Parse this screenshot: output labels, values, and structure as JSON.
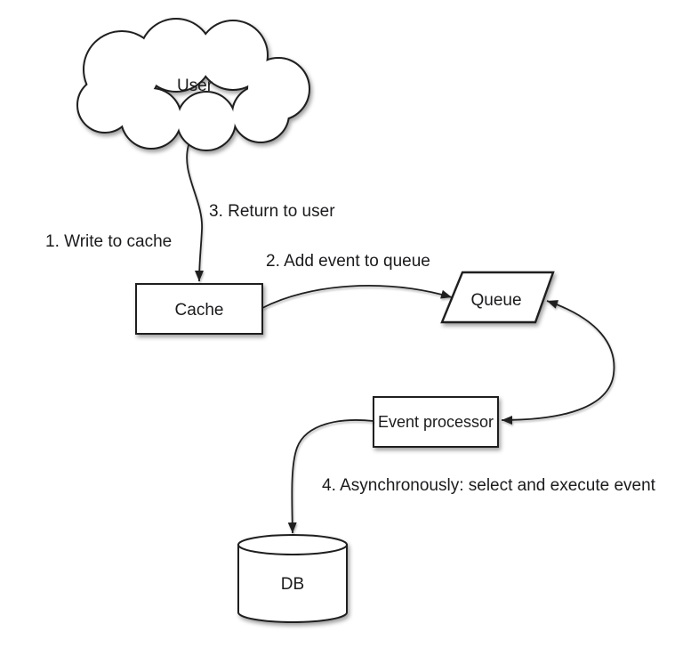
{
  "diagram_type": "flowchart",
  "colors": {
    "background": "#ffffff",
    "stroke": "#1f1f1f",
    "shape_fill": "#ffffff",
    "text": "#1b1b1e"
  },
  "nodes": [
    {
      "id": "user",
      "label": "User",
      "shape": "cloud"
    },
    {
      "id": "cache",
      "label": "Cache",
      "shape": "rectangle"
    },
    {
      "id": "queue",
      "label": "Queue",
      "shape": "parallelogram"
    },
    {
      "id": "event-processor",
      "label": "Event processor",
      "shape": "rectangle"
    },
    {
      "id": "db",
      "label": "DB",
      "shape": "cylinder"
    }
  ],
  "edges": [
    {
      "id": "user-to-cache",
      "from": "User",
      "to": "Cache",
      "direction": "one-way",
      "labels": [
        "1. Write to cache",
        "3. Return to user"
      ]
    },
    {
      "id": "cache-to-queue",
      "from": "Cache",
      "to": "Queue",
      "direction": "one-way",
      "labels": [
        "2. Add event to queue"
      ]
    },
    {
      "id": "queue-event-processor",
      "from": "Queue",
      "to": "Event processor",
      "direction": "two-way",
      "labels": []
    },
    {
      "id": "event-processor-to-db",
      "from": "Event processor",
      "to": "DB",
      "direction": "one-way",
      "labels": [
        "4. Asynchronously: select and execute event"
      ]
    }
  ]
}
